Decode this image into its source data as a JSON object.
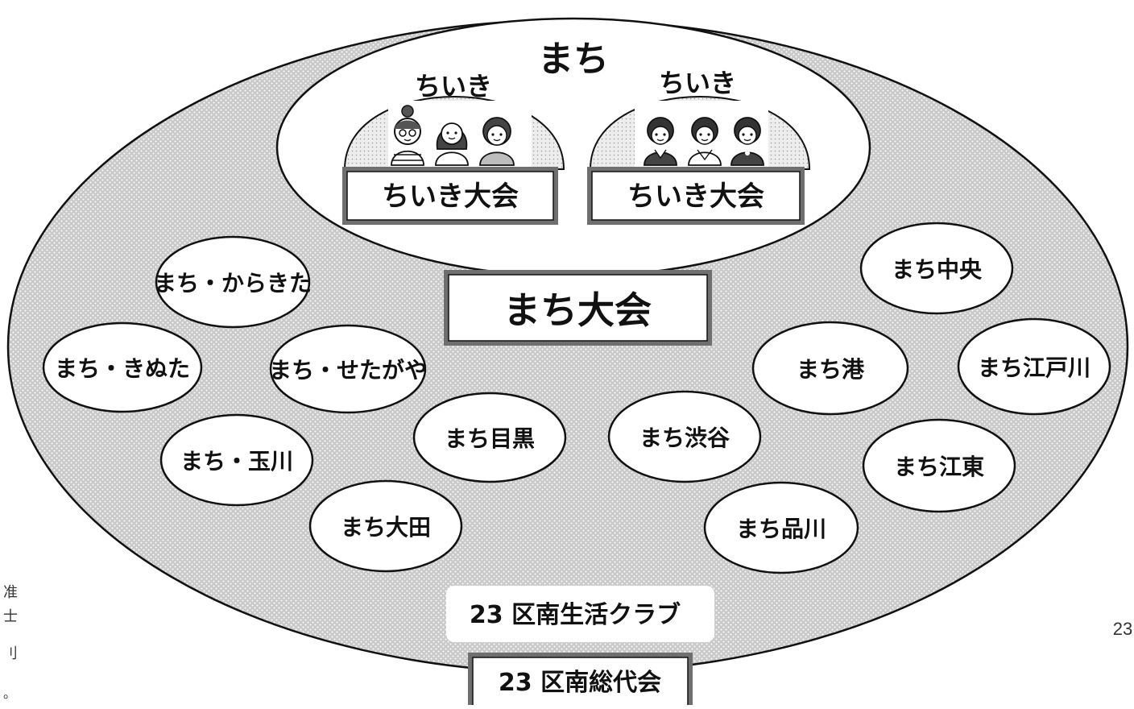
{
  "outer_area": {
    "label": "23 区南生活クラブ",
    "assembly": "23 区南総代会"
  },
  "machi": {
    "label": "まち",
    "assembly": "まち大会",
    "chiiki": [
      {
        "label": "ちいき",
        "assembly": "ちいき大会"
      },
      {
        "label": "ちいき",
        "assembly": "ちいき大会"
      }
    ]
  },
  "machi_units": [
    "まち・からきた",
    "まち・きぬた",
    "まち・せたがや",
    "まち・玉川",
    "まち大田",
    "まち目黒",
    "まち渋谷",
    "まち品川",
    "まち港",
    "まち江東",
    "まち中央",
    "まち江戸川"
  ],
  "page_number": "23",
  "edge_fragments": [
    "准",
    "士",
    "刂",
    "。"
  ],
  "colors": {
    "outer_fill": "#c9c9c9",
    "outer_dot": "#ffffff",
    "inner_fill": "#ffffff",
    "chiiki_fill": "#ededed",
    "chiiki_dot": "#9a9a9a",
    "stroke": "#111111",
    "box_fill": "#ffffff",
    "box_border": "#6f6f6f"
  }
}
